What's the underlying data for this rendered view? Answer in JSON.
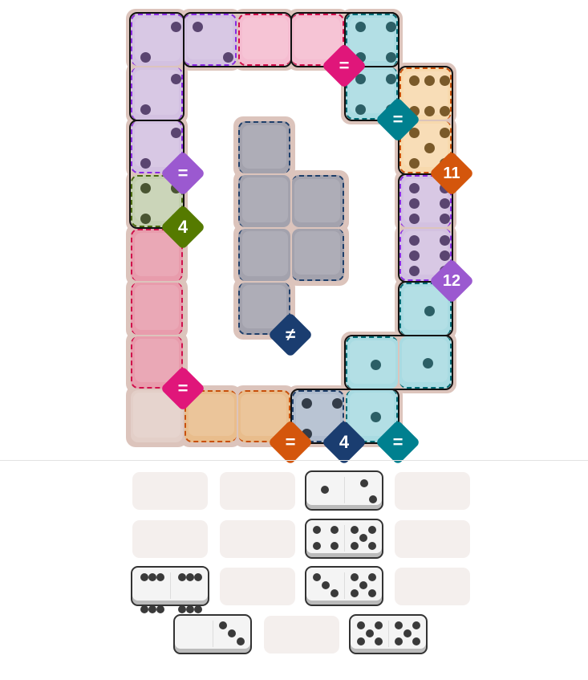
{
  "game": "pips",
  "regions": {
    "lav1": {
      "fill": "#d3c1e1",
      "pip": "#5a4570",
      "border": "#8a2be2",
      "label": "=",
      "label_color": "#9b59d0",
      "label_cell": [
        0,
        2
      ]
    },
    "pink": {
      "fill": "#f5bcd0",
      "pip": "#5a4570",
      "border": "#d0104c",
      "label": "=",
      "label_color": "#e0167a",
      "label_cell": [
        3,
        0
      ]
    },
    "cyan1": {
      "fill": "#a9dbe2",
      "pip": "#2c5f66",
      "border": "#006a73",
      "label": "=",
      "label_color": "#00808f",
      "label_cell": [
        4,
        1
      ]
    },
    "orange1": {
      "fill": "#f7d9ad",
      "pip": "#7a5a2a",
      "border": "#c8500a",
      "label": "11",
      "label_color": "#d4560c",
      "label_cell": [
        5,
        2
      ]
    },
    "green": {
      "fill": "#c4d0b0",
      "pip": "#4a5532",
      "border": "#4a6a10",
      "label": "4",
      "label_color": "#557a00",
      "label_cell": [
        0,
        3
      ]
    },
    "lav2": {
      "fill": "#d3c1e1",
      "pip": "#5a4570",
      "border": "#8a2be2",
      "label": "12",
      "label_color": "#9b59d0",
      "label_cell": [
        5,
        4
      ]
    },
    "gray": {
      "fill": "#a3a2ad",
      "pip": "#333",
      "border": "#1f3f6a",
      "label": "≠",
      "label_color": "#1a3d70",
      "label_cell": [
        2,
        5
      ]
    },
    "redpink": {
      "fill": "#e89cac",
      "pip": "#333",
      "border": "#d0104c",
      "label": "=",
      "label_color": "#e0167a",
      "label_cell": [
        0,
        6
      ]
    },
    "cyan2": {
      "fill": "#a9dbe2",
      "pip": "#2c5f66",
      "border": "#006a73",
      "label": "=",
      "label_color": "#00808f",
      "label_cell": [
        4,
        7
      ]
    },
    "orange2": {
      "fill": "#e9bd8c",
      "pip": "#333",
      "border": "#c8500a",
      "label": "=",
      "label_color": "#d4560c",
      "label_cell": [
        2,
        7
      ]
    },
    "steel": {
      "fill": "#b0bccd",
      "pip": "#333c48",
      "border": "#1f3f6a",
      "label": "4",
      "label_color": "#1a3d70",
      "label_cell": [
        3,
        7
      ]
    },
    "none": {
      "fill": "#e3cfc8",
      "pip": "#333",
      "border": null,
      "label": null
    }
  },
  "cells": [
    {
      "col": 0,
      "row": 0,
      "region": "lav1",
      "pips": 2
    },
    {
      "col": 1,
      "row": 0,
      "region": "lav1",
      "pips": 2,
      "flip": true
    },
    {
      "col": 2,
      "row": 0,
      "region": "pink",
      "pips": 0
    },
    {
      "col": 3,
      "row": 0,
      "region": "pink",
      "pips": 0
    },
    {
      "col": 4,
      "row": 0,
      "region": "cyan1",
      "pips": 4
    },
    {
      "col": 0,
      "row": 1,
      "region": "lav1",
      "pips": 2
    },
    {
      "col": 4,
      "row": 1,
      "region": "cyan1",
      "pips": 4
    },
    {
      "col": 5,
      "row": 1,
      "region": "orange1",
      "pips": 6
    },
    {
      "col": 0,
      "row": 2,
      "region": "lav1",
      "pips": 2
    },
    {
      "col": 2,
      "row": 2,
      "region": "gray",
      "pips": null
    },
    {
      "col": 5,
      "row": 2,
      "region": "orange1",
      "pips": 5
    },
    {
      "col": 0,
      "row": 3,
      "region": "green",
      "pips": 4
    },
    {
      "col": 2,
      "row": 3,
      "region": "gray",
      "pips": null
    },
    {
      "col": 3,
      "row": 3,
      "region": "gray",
      "pips": null
    },
    {
      "col": 5,
      "row": 3,
      "region": "lav2",
      "pips": 6
    },
    {
      "col": 0,
      "row": 4,
      "region": "redpink",
      "pips": null
    },
    {
      "col": 2,
      "row": 4,
      "region": "gray",
      "pips": null
    },
    {
      "col": 3,
      "row": 4,
      "region": "gray",
      "pips": null
    },
    {
      "col": 5,
      "row": 4,
      "region": "lav2",
      "pips": 6
    },
    {
      "col": 0,
      "row": 5,
      "region": "redpink",
      "pips": null
    },
    {
      "col": 2,
      "row": 5,
      "region": "gray",
      "pips": null
    },
    {
      "col": 5,
      "row": 5,
      "region": "cyan2",
      "pips": 1
    },
    {
      "col": 0,
      "row": 6,
      "region": "redpink",
      "pips": null
    },
    {
      "col": 4,
      "row": 6,
      "region": "cyan2",
      "pips": 1
    },
    {
      "col": 5,
      "row": 6,
      "region": "cyan2",
      "pips": 1
    },
    {
      "col": 0,
      "row": 7,
      "region": "none",
      "pips": null
    },
    {
      "col": 1,
      "row": 7,
      "region": "orange2",
      "pips": null
    },
    {
      "col": 2,
      "row": 7,
      "region": "orange2",
      "pips": null
    },
    {
      "col": 3,
      "row": 7,
      "region": "steel",
      "pips": 4
    },
    {
      "col": 4,
      "row": 7,
      "region": "cyan2",
      "pips": 1
    }
  ],
  "placed_dominoes": [
    [
      [
        0,
        0
      ],
      [
        0,
        1
      ]
    ],
    [
      [
        0,
        2
      ],
      [
        0,
        3
      ]
    ],
    [
      [
        1,
        0
      ],
      [
        2,
        0
      ]
    ],
    [
      [
        3,
        0
      ],
      [
        4,
        0
      ]
    ],
    [
      [
        4,
        0
      ],
      [
        4,
        1
      ]
    ],
    [
      [
        5,
        1
      ],
      [
        5,
        2
      ]
    ],
    [
      [
        5,
        3
      ],
      [
        5,
        4
      ]
    ],
    [
      [
        5,
        5
      ],
      [
        5,
        5
      ]
    ],
    [
      [
        4,
        6
      ],
      [
        5,
        6
      ]
    ],
    [
      [
        3,
        7
      ],
      [
        4,
        7
      ]
    ]
  ],
  "tray": {
    "rows": [
      [
        null,
        null,
        [
          1,
          2
        ],
        null
      ],
      [
        null,
        null,
        [
          4,
          5
        ],
        null
      ],
      [
        [
          6,
          6
        ],
        null,
        [
          3,
          5
        ],
        null
      ],
      [
        [
          0,
          3
        ],
        null,
        [
          5,
          5
        ]
      ]
    ]
  }
}
